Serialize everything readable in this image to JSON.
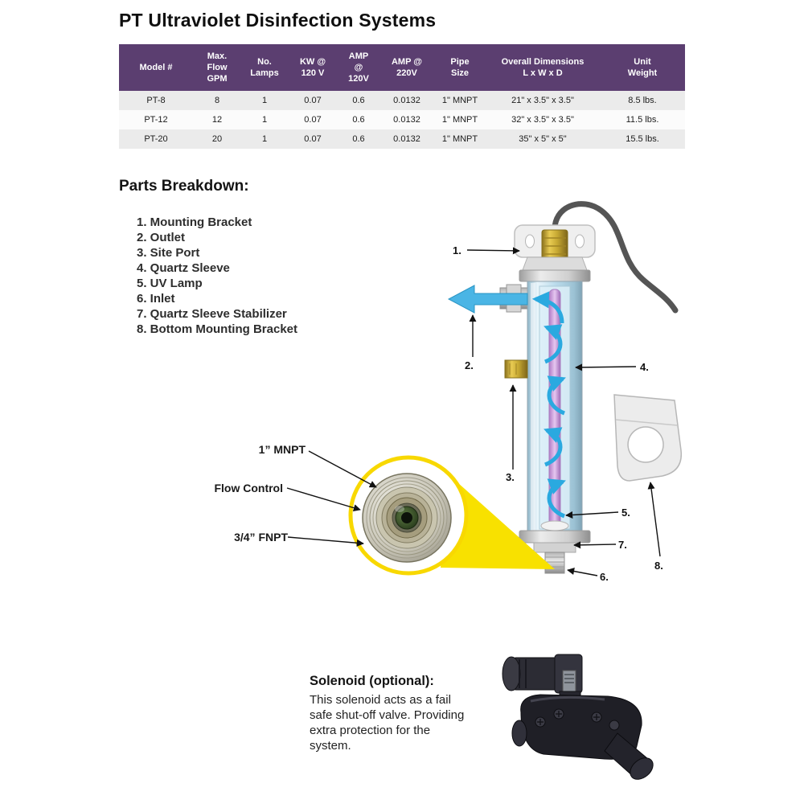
{
  "page": {
    "title": "PT Ultraviolet Disinfection Systems"
  },
  "spec_table": {
    "header_bg": "#5b3e70",
    "headers": [
      "Model #",
      "Max.\nFlow\nGPM",
      "No.\nLamps",
      "KW @\n120 V",
      "AMP\n@\n120V",
      "AMP @\n220V",
      "Pipe\nSize",
      "Overall Dimensions\nL x W x D",
      "Unit\nWeight"
    ],
    "rows": [
      [
        "PT-8",
        "8",
        "1",
        "0.07",
        "0.6",
        "0.0132",
        "1\" MNPT",
        "21\" x 3.5\" x 3.5\"",
        "8.5 lbs."
      ],
      [
        "PT-12",
        "12",
        "1",
        "0.07",
        "0.6",
        "0.0132",
        "1\" MNPT",
        "32\" x 3.5\" x 3.5\"",
        "11.5 lbs."
      ],
      [
        "PT-20",
        "20",
        "1",
        "0.07",
        "0.6",
        "0.0132",
        "1\" MNPT",
        "35\" x 5\" x 5\"",
        "15.5 lbs."
      ]
    ]
  },
  "parts_breakdown": {
    "heading": "Parts Breakdown:",
    "items": [
      "1. Mounting Bracket",
      "2. Outlet",
      "3. Site Port",
      "4. Quartz Sleeve",
      "5. UV Lamp",
      "6. Inlet",
      "7. Quartz Sleeve Stabilizer",
      "8. Bottom Mounting Bracket"
    ]
  },
  "diagram": {
    "callouts": [
      "1.",
      "2.",
      "3.",
      "4.",
      "5.",
      "6.",
      "7.",
      "8."
    ],
    "inset_labels": {
      "mnpt": "1” MNPT",
      "flow_control": "Flow Control",
      "fnpt": "3/4” FNPT"
    },
    "accent_yellow": "#f8d800",
    "flow_arrow_blue": "#2aa9e0"
  },
  "solenoid": {
    "heading": "Solenoid (optional):",
    "body": "This solenoid acts as a fail\nsafe shut-off valve. Providing\nextra protection for the\nsystem."
  }
}
